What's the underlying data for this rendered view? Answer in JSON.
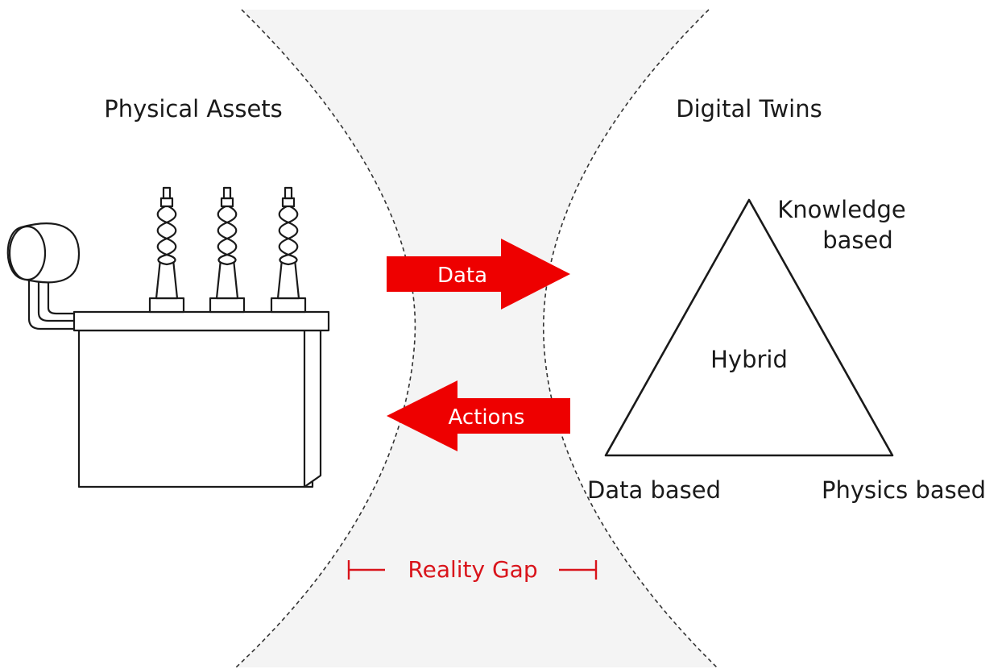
{
  "labels": {
    "physical_assets": "Physical Assets",
    "digital_twins": "Digital Twins",
    "knowledge_line1": "Knowledge",
    "knowledge_line2": "based",
    "hybrid": "Hybrid",
    "data_based": "Data based",
    "physics_based": "Physics based",
    "data_arrow": "Data",
    "actions_arrow": "Actions",
    "reality_gap": "Reality Gap"
  },
  "icons": {
    "asset": "transformer-icon"
  },
  "colors": {
    "accent_red": "#ee0000",
    "gap_label_red": "#d9141b",
    "gap_fill": "#f4f4f4",
    "ink": "#1a1a1a"
  }
}
